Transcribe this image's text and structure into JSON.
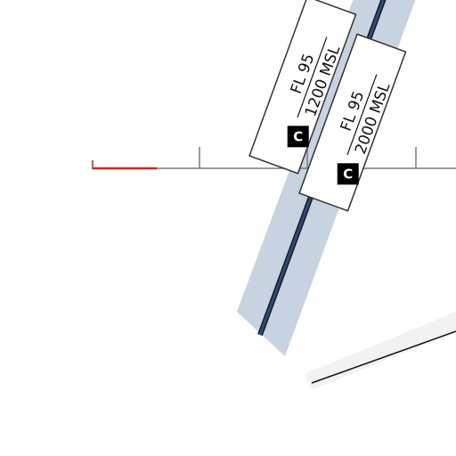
{
  "colors": {
    "background": "#ffffff",
    "airway_corridor": "#c7d3e0",
    "airway_centerline": "#2b4d7e",
    "scale_bar": "#7a7a7a",
    "scale_bar_accent": "#cc2222",
    "label_border": "#333333",
    "class_badge": "#000000"
  },
  "scale_bar": {
    "name": "distance-scale"
  },
  "airspace_labels": [
    {
      "altitude_top": "FL 95",
      "altitude_bottom": "1200 MSL",
      "airspace_class": "C"
    },
    {
      "altitude_top": "FL 95",
      "altitude_bottom": "2000 MSL",
      "airspace_class": "C"
    }
  ]
}
